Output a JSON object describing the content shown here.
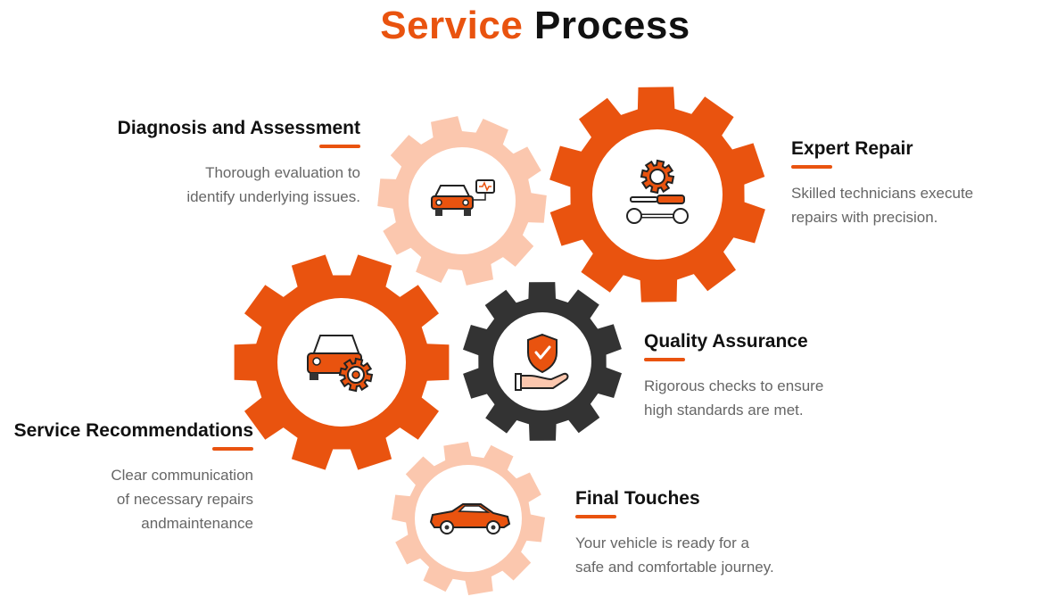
{
  "title": {
    "part1": "Service",
    "part2": "Process"
  },
  "colors": {
    "orange": "#e9530f",
    "peach": "#fbc7ae",
    "dark": "#333333",
    "text": "#111111",
    "muted": "#666666"
  },
  "steps": [
    {
      "title": "Diagnosis and Assessment",
      "desc_lines": [
        "Thorough evaluation to",
        "identify underlying issues."
      ],
      "icon": "car-diagnostic-icon"
    },
    {
      "title": "Expert Repair",
      "desc_lines": [
        "Skilled technicians execute",
        "repairs with precision."
      ],
      "icon": "gear-tools-icon"
    },
    {
      "title": "Quality Assurance",
      "desc_lines": [
        "Rigorous checks to ensure",
        "high standards are met."
      ],
      "icon": "shield-hand-icon"
    },
    {
      "title": "Service Recommendations",
      "desc_lines": [
        "Clear communication",
        "of necessary repairs",
        "andmaintenance"
      ],
      "icon": "car-gear-icon"
    },
    {
      "title": "Final Touches",
      "desc_lines": [
        "Your vehicle is ready for a",
        "safe and comfortable journey."
      ],
      "icon": "sports-car-icon"
    }
  ]
}
